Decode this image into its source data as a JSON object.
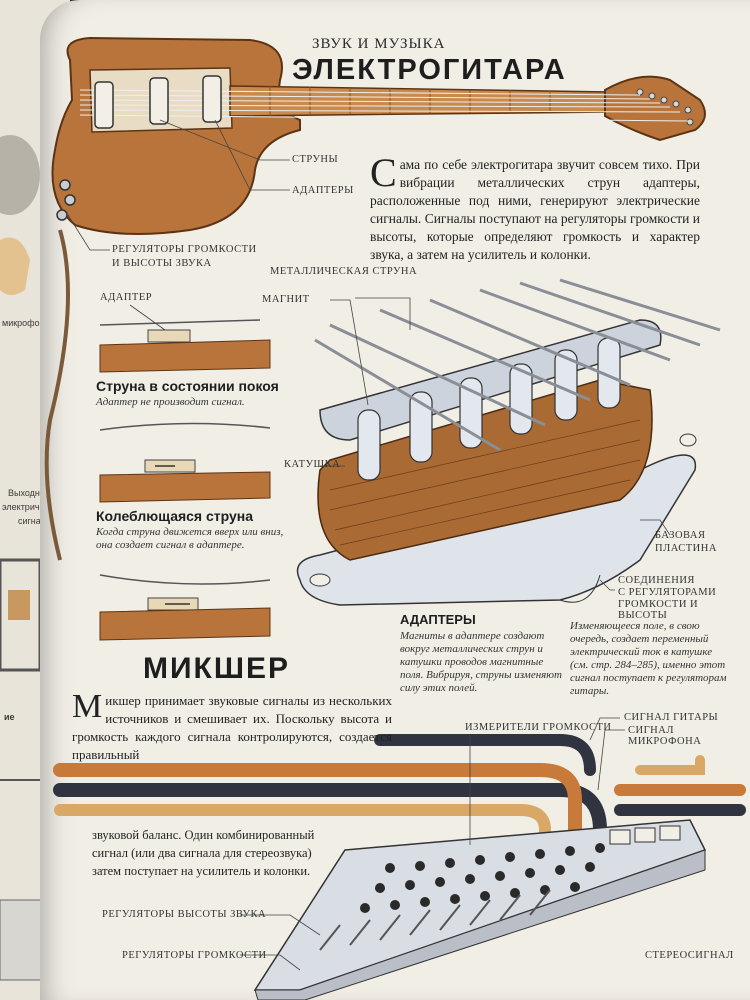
{
  "header": {
    "section": "ЗВУК И МУЗЫКА",
    "title": "ЭЛЕКТРОГИТАРА"
  },
  "intro": {
    "dropcap": "С",
    "text": "ама по себе электрогитара звучит совсем тихо. При вибрации металлических струн адаптеры, расположенные под ними, генерируют электрические сигналы. Сигналы поступают на регуляторы громкости и высоты, которые определяют громкость и характер звука, а затем на усилитель и колонки."
  },
  "guitar_labels": {
    "strings": "СТРУНЫ",
    "adapters": "АДАПТЕРЫ",
    "knobs_line1": "РЕГУЛЯТОРЫ ГРОМКОСТИ",
    "knobs_line2": "И ВЫСОТЫ ЗВУКА"
  },
  "small_diagrams": {
    "adapter_label": "АДАПТЕР",
    "rest_title": "Струна в состоянии покоя",
    "rest_text": "Адаптер не производит сигнал.",
    "vibrating_title": "Колеблющаяся струна",
    "vibrating_text": "Когда струна движется вверх или вниз, она создает сигнал в адаптере."
  },
  "pickup_labels": {
    "metal_string": "МЕТАЛЛИЧЕСКАЯ СТРУНА",
    "magnet": "МАГНИТ",
    "coil": "КАТУШКА",
    "base_line1": "БАЗОВАЯ",
    "base_line2": "ПЛАСТИНА",
    "conn_line1": "СОЕДИНЕНИЯ",
    "conn_line2": "С РЕГУЛЯТОРАМИ",
    "conn_line3": "ГРОМКОСТИ И ВЫСОТЫ"
  },
  "adapters_box": {
    "title": "АДАПТЕРЫ",
    "text": "Магниты в адаптере создают вокруг металлических струн и катушки проводов магнитные поля. Вибрируя, струны изменяют силу этих полей.",
    "field_text": "Изменяющееся поле, в свою очередь, создает переменный электрический ток в катушке (см. стр. 284–285), именно этот сигнал поступает к регуляторам гитары."
  },
  "mixer": {
    "title": "МИКШЕР",
    "dropcap": "М",
    "text1": "икшер принимает звуковые сигналы из нескольких источников и смешивает их. Поскольку высота и громкость каждого сигнала контролируются, создается правильный",
    "text2": "звуковой баланс. Один комбинированный сигнал (или два сигнала для стереозвука) затем поступает на усилитель и колонки.",
    "level_meters": "ИЗМЕРИТЕЛИ ГРОМКОСТИ",
    "guitar_signal": "СИГНАЛ ГИТАРЫ",
    "mic_signal": "СИГНАЛ МИКРОФОНА",
    "pitch_controls": "РЕГУЛЯТОРЫ ВЫСОТЫ ЗВУКА",
    "volume_controls": "РЕГУЛЯТОРЫ ГРОМКОСТИ",
    "stereo_signal": "СТЕРЕОСИГНАЛ"
  },
  "left_page_fragments": {
    "f1": "микрофона",
    "f2": "Выходной",
    "f3": "электрический",
    "f4": "сигнал",
    "f5": "ие"
  },
  "colors": {
    "paper": "#f1eee6",
    "wood": "#b8743a",
    "wood_dark": "#8a5224",
    "metal": "#c9ccd2",
    "cable_dark": "#2f3440",
    "cable_orange": "#c77a3a",
    "cable_tan": "#d9a766"
  }
}
